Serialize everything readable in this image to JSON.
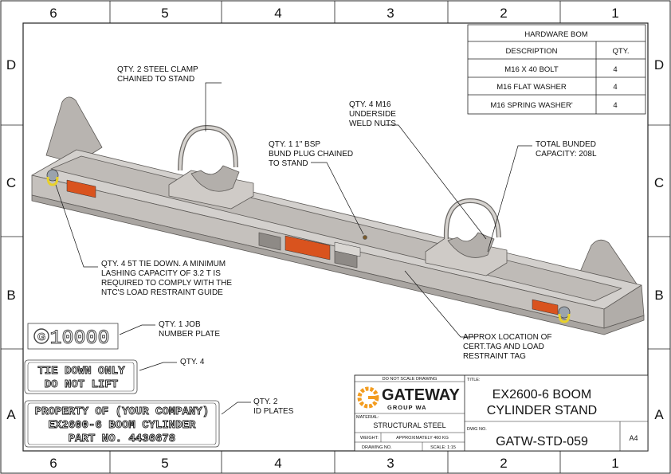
{
  "border": {
    "columns": [
      "6",
      "5",
      "4",
      "3",
      "2",
      "1"
    ],
    "rows": [
      "D",
      "C",
      "B",
      "A"
    ]
  },
  "bom": {
    "title": "HARDWARE BOM",
    "headers": [
      "DESCRIPTION",
      "QTY."
    ],
    "rows": [
      {
        "desc": "M16 X 40 BOLT",
        "qty": "4"
      },
      {
        "desc": "M16 FLAT WASHER",
        "qty": "4"
      },
      {
        "desc": "M16 SPRING WASHER'",
        "qty": "4"
      }
    ]
  },
  "callouts": {
    "clamp": [
      "QTY. 2 STEEL CLAMP",
      "CHAINED TO STAND"
    ],
    "nuts": [
      "QTY. 4 M16",
      "UNDERSIDE",
      "WELD NUTS"
    ],
    "plug": [
      "QTY. 1 1\" BSP",
      "BUND PLUG CHAINED",
      "TO STAND"
    ],
    "capacity": [
      "TOTAL BUNDED",
      "CAPACITY: 208L"
    ],
    "tiedown": [
      "QTY. 4 5T TIE DOWN. A MINIMUM",
      "LASHING CAPACITY OF 3.2 T IS",
      "REQUIRED TO COMPLY WITH THE",
      "NTC'S LOAD RESTRAINT GUIDE"
    ],
    "jobplate": [
      "QTY. 1 JOB",
      "NUMBER PLATE"
    ],
    "tag": [
      "APPROX LOCATION OF",
      "CERT.TAG AND LOAD",
      "RESTRAINT TAG"
    ],
    "tiedown_qty": [
      "QTY. 4"
    ],
    "idplates": [
      "QTY. 2",
      "ID PLATES"
    ]
  },
  "plates": {
    "job_number": "10000",
    "tie_down": [
      "TIE DOWN ONLY",
      "DO NOT LIFT"
    ],
    "id_plate": [
      "PROPERTY OF (YOUR COMPANY)",
      "EX2600-6 BOOM CYLINDER",
      "PART NO. 4436678"
    ]
  },
  "titleblock": {
    "do_not_scale": "DO NOT SCALE DRAWING",
    "logo_word": "GATEWAY",
    "logo_sub": "GROUP WA",
    "logo_letter": "G",
    "title_label": "TITLE:",
    "title": [
      "EX2600-6 BOOM",
      "CYLINDER STAND"
    ],
    "material_label": "MATERIAL:",
    "material": "STRUCTURAL STEEL",
    "weight_label": "WEIGHT:",
    "weight": "APPROXIMATELY 460 KG",
    "dwg_label": "DWG NO.",
    "dwg_no": "GATW-STD-059",
    "size": "A4",
    "drawing_no_label": "DRAWING NO.",
    "scale": "SCALE: 1:15"
  },
  "colors": {
    "steel": "#c9c6c2",
    "steel_dark": "#9e9a96",
    "steel_light": "#dedbd8",
    "orange": "#f39c1f",
    "label": "#d9531e",
    "yellow": "#e8d12a"
  }
}
